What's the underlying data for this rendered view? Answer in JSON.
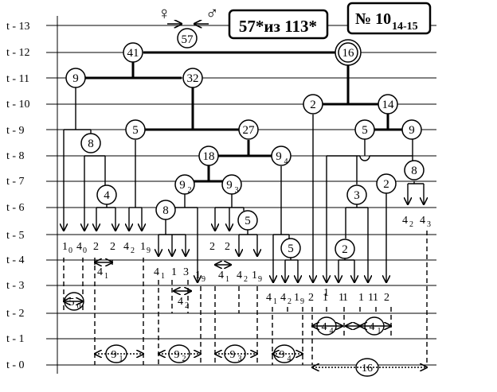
{
  "rows": [
    "t - 13",
    "t - 12",
    "t - 11",
    "t - 10",
    "t - 9",
    "t - 8",
    "t - 7",
    "t - 6",
    "t - 5",
    "t - 4",
    "t - 3",
    "t - 2",
    "t - 1",
    "t - 0"
  ],
  "header": {
    "female_symbol": "♀",
    "male_symbol": "♂",
    "top_node": "57",
    "title_main": "57*из 113*",
    "title_no": "№ 10",
    "title_sub": "14-15"
  },
  "nodes": {
    "n41": "41",
    "n16": "16",
    "n9": "9",
    "n32": "32",
    "n2a": "2",
    "n14": "14",
    "n8a": "8",
    "n5a": "5",
    "n27": "27",
    "n5b": "5",
    "n9b": "9",
    "n18": "18",
    "n94_main": "9",
    "n94_sub": "4",
    "n8b": "8",
    "n4": "4",
    "n92_main": "9",
    "n92_sub": "2",
    "n93_main": "9",
    "n93_sub": "3",
    "n3": "3",
    "n2b": "2",
    "n8c": "8",
    "n5c": "5",
    "n5d": "5",
    "n2c": "2"
  },
  "leaf_labels": {
    "r6_a_main": "4",
    "r6_a_sub": "2",
    "r6_b_main": "4",
    "r6_b_sub": "3",
    "r5_1_main": "1",
    "r5_1_sub": "0",
    "r5_2_main": "4",
    "r5_2_sub": "0",
    "r5_3": "2",
    "r5_4": "2",
    "r5_5_main": "4",
    "r5_5_sub": "2",
    "r5_6_main": "1",
    "r5_6_sub": "9",
    "r5_7": "2",
    "r5_8": "2",
    "r4_1_main": "4",
    "r4_1_sub": "1",
    "r4_2": "1",
    "r4_3": "3",
    "r4_4_main": "1",
    "r4_4_sub": "9",
    "r4_5_main": "4",
    "r4_5_sub": "1",
    "r4_6_main": "4",
    "r4_6_sub": "2",
    "r4_7_main": "1",
    "r4_7_sub": "9",
    "r4_8_main": "4",
    "r4_8_sub": "1",
    "r3_1_main": "4",
    "r3_1_sub": "2",
    "r3_right": [
      "1",
      "1",
      "1",
      "1"
    ],
    "r2_1_main": "4",
    "r2_1_sub": "1",
    "r2_2_main": "4",
    "r2_2_sub": "2",
    "r2_3_main": "1",
    "r2_3_sub": "9",
    "r2_4": "2",
    "r2_5": "1",
    "r2_6": "1",
    "r2_7": "1",
    "r2_8": "2"
  },
  "segments": {
    "s50_main": "5",
    "s50_sub": "0",
    "s44_main": "4",
    "s44_sub": "4",
    "s41_main": "4",
    "s41_sub": "1",
    "s91_main": "9",
    "s91_sub": "1",
    "s92_main": "9",
    "s92_sub": "2",
    "s93_main": "9",
    "s93_sub": "3",
    "s94_main": "9",
    "s94_sub": "4",
    "s16": "16"
  }
}
